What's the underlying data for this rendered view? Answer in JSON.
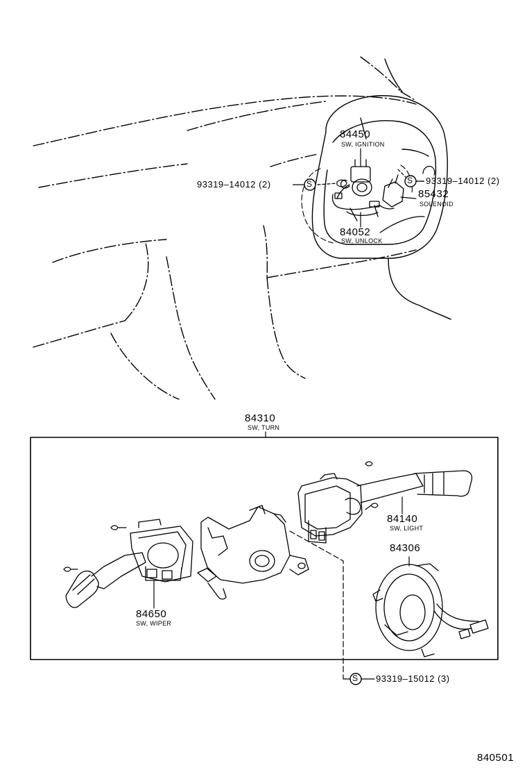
{
  "parts": {
    "p84450": {
      "number": "84450",
      "name": "SW, IGNITION"
    },
    "p85432": {
      "number": "85432",
      "name": "SOLENOID"
    },
    "p84052": {
      "number": "84052",
      "name": "SW, UNLOCK"
    },
    "p84310": {
      "number": "84310",
      "name": "SW, TURN"
    },
    "p84140": {
      "number": "84140",
      "name": "SW, LIGHT"
    },
    "p84306": {
      "number": "84306"
    },
    "p84650": {
      "number": "84650",
      "name": "SW, WIPER"
    }
  },
  "screws": {
    "left_upper": {
      "symbol": "S",
      "ref": "93319–14012 (2)"
    },
    "right_upper": {
      "symbol": "S",
      "ref": "93319–14012 (2)"
    },
    "bottom": {
      "symbol": "S",
      "ref": "93319–15012 (3)"
    }
  },
  "diagram_code": "840501"
}
